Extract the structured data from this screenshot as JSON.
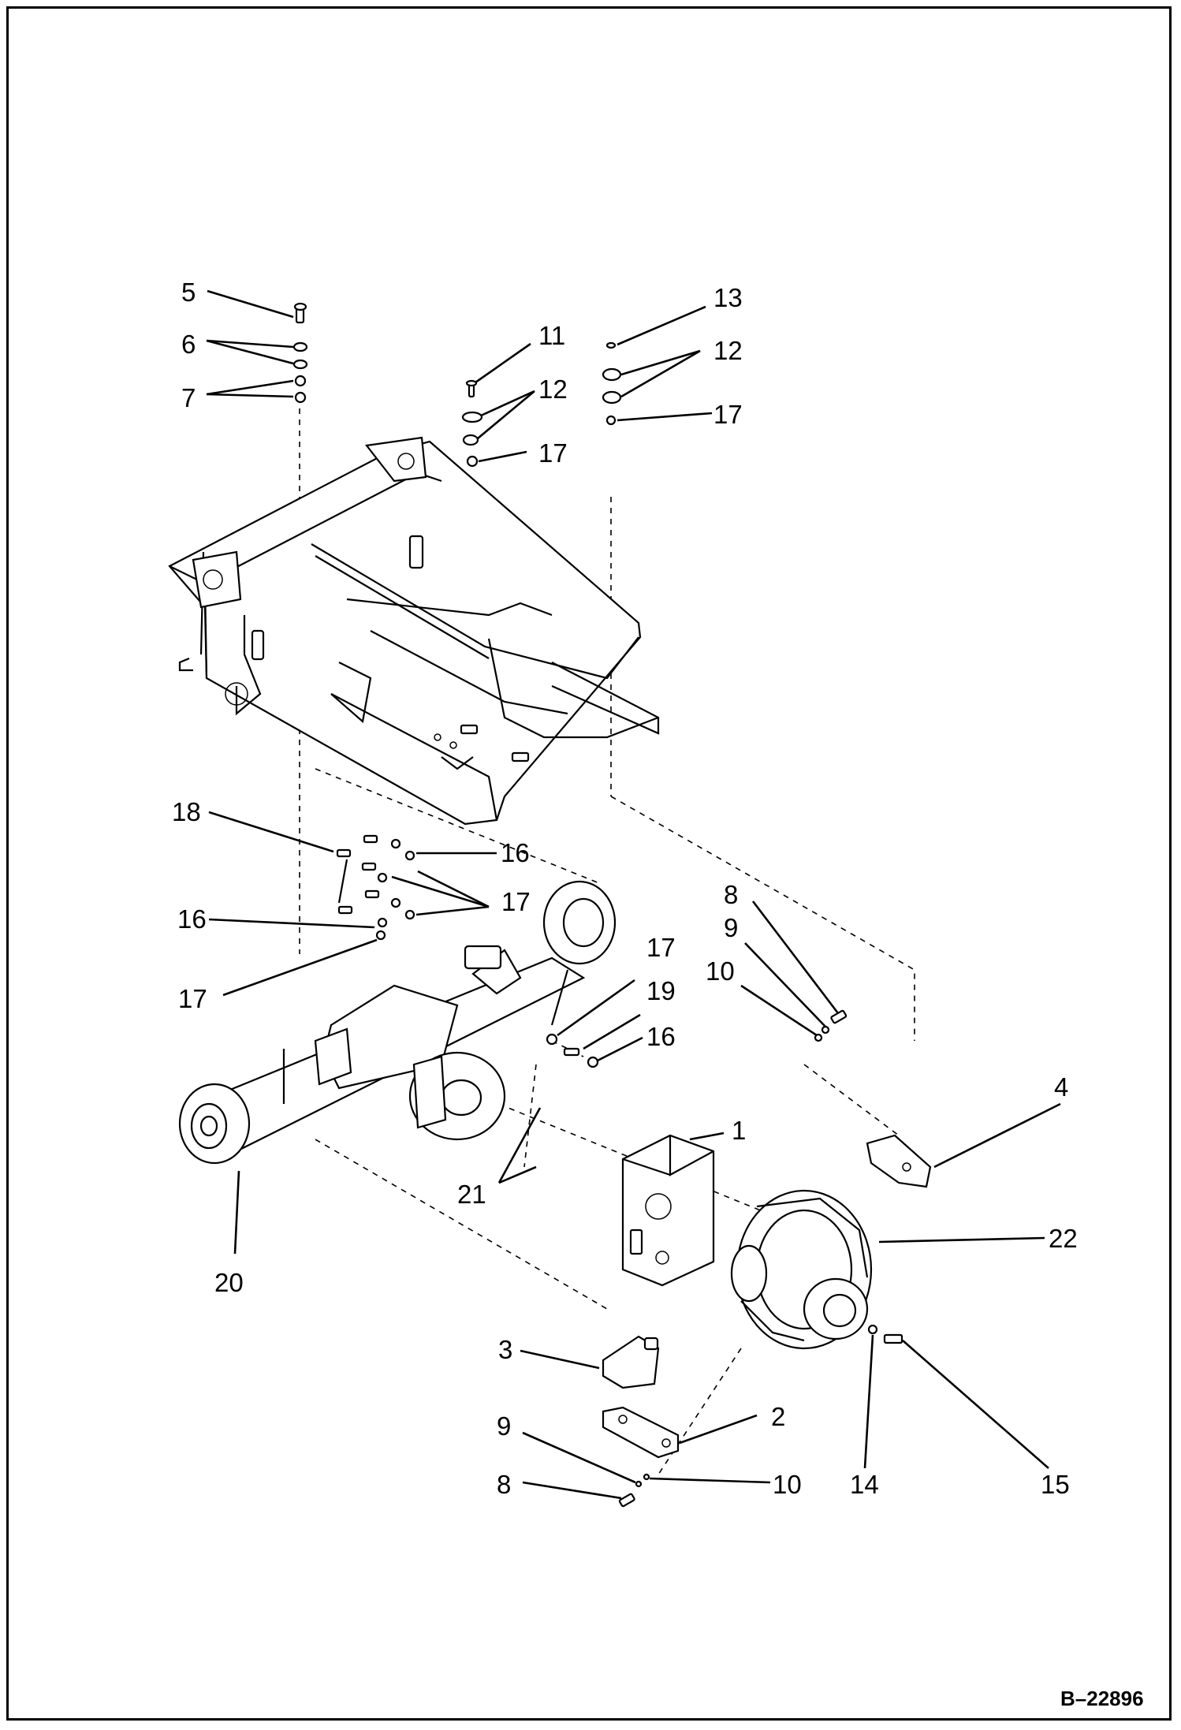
{
  "diagram": {
    "document_id": "B–22896",
    "callouts": {
      "c1": "1",
      "c2": "2",
      "c3": "3",
      "c4": "4",
      "c5": "5",
      "c6": "6",
      "c7": "7",
      "c8a": "8",
      "c8b": "8",
      "c9a": "9",
      "c9b": "9",
      "c10a": "10",
      "c10b": "10",
      "c11": "11",
      "c12a": "12",
      "c12b": "12",
      "c13": "13",
      "c14": "14",
      "c15": "15",
      "c16a": "16",
      "c16b": "16",
      "c16c": "16",
      "c17a": "17",
      "c17b": "17",
      "c17c": "17",
      "c17d": "17",
      "c17e": "17",
      "c18": "18",
      "c19": "19",
      "c20": "20",
      "c21": "21",
      "c22": "22"
    }
  }
}
